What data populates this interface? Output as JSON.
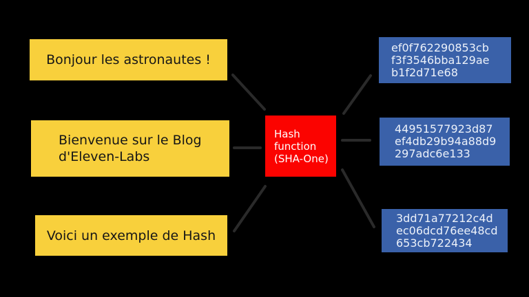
{
  "background": "#000000",
  "palette": {
    "input_box_fill": "#F8D03C",
    "input_text": "#161616",
    "hash_box_fill": "#FB0300",
    "hash_text": "#FFFFFF",
    "digest_box_fill": "#3A61A9",
    "digest_text": "#ECF1F9",
    "connector": "#2A2A2A"
  },
  "inputs": [
    {
      "lines": [
        "Bonjour les astronautes !"
      ]
    },
    {
      "lines": [
        "Bienvenue sur le Blog",
        "d'Eleven-Labs"
      ]
    },
    {
      "lines": [
        "Voici un exemple de Hash"
      ]
    }
  ],
  "hash_function": {
    "lines": [
      "Hash",
      "function",
      "(SHA-One)"
    ]
  },
  "digests": [
    {
      "lines": [
        "ef0f762290853cb",
        "f3f3546bba129ae",
        "b1f2d71e68"
      ]
    },
    {
      "lines": [
        "44951577923d87",
        "ef4db29b94a88d9",
        "297adc6e133"
      ]
    },
    {
      "lines": [
        "3dd71a77212c4d",
        "ec06dcd76ee48cd",
        "653cb722434"
      ]
    }
  ]
}
